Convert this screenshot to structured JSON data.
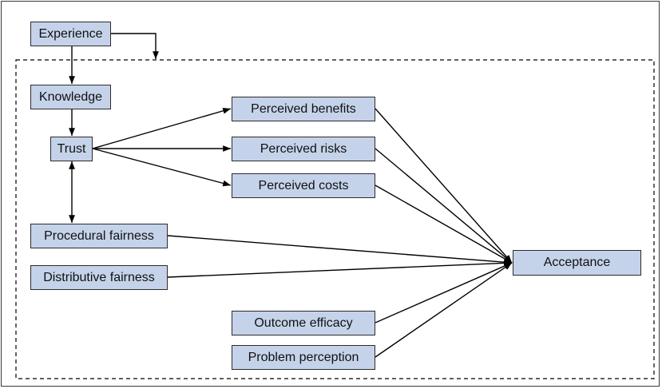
{
  "nodes": {
    "experience": "Experience",
    "knowledge": "Knowledge",
    "trust": "Trust",
    "procedural_fairness": "Procedural fairness",
    "distributive_fairness": "Distributive fairness",
    "perceived_benefits": "Perceived benefits",
    "perceived_risks": "Perceived risks",
    "perceived_costs": "Perceived costs",
    "outcome_efficacy": "Outcome efficacy",
    "problem_perception": "Problem perception",
    "acceptance": "Acceptance"
  },
  "colors": {
    "node_fill": "#c5d3ea",
    "node_border": "#2b2b2b",
    "line": "#000000"
  },
  "edges": [
    {
      "from": "experience",
      "to": "knowledge",
      "style": "arrow"
    },
    {
      "from": "experience",
      "to": "frame",
      "style": "elbow-arrow"
    },
    {
      "from": "knowledge",
      "to": "trust",
      "style": "arrow"
    },
    {
      "from": "trust",
      "to": "procedural_fairness",
      "style": "double-arrow"
    },
    {
      "from": "trust",
      "to": "perceived_benefits",
      "style": "arrow"
    },
    {
      "from": "trust",
      "to": "perceived_risks",
      "style": "arrow"
    },
    {
      "from": "trust",
      "to": "perceived_costs",
      "style": "arrow"
    },
    {
      "from": "perceived_benefits",
      "to": "acceptance",
      "style": "arrow"
    },
    {
      "from": "perceived_risks",
      "to": "acceptance",
      "style": "arrow"
    },
    {
      "from": "perceived_costs",
      "to": "acceptance",
      "style": "arrow"
    },
    {
      "from": "procedural_fairness",
      "to": "acceptance",
      "style": "arrow"
    },
    {
      "from": "distributive_fairness",
      "to": "acceptance",
      "style": "arrow"
    },
    {
      "from": "outcome_efficacy",
      "to": "acceptance",
      "style": "arrow"
    },
    {
      "from": "problem_perception",
      "to": "acceptance",
      "style": "arrow"
    }
  ]
}
